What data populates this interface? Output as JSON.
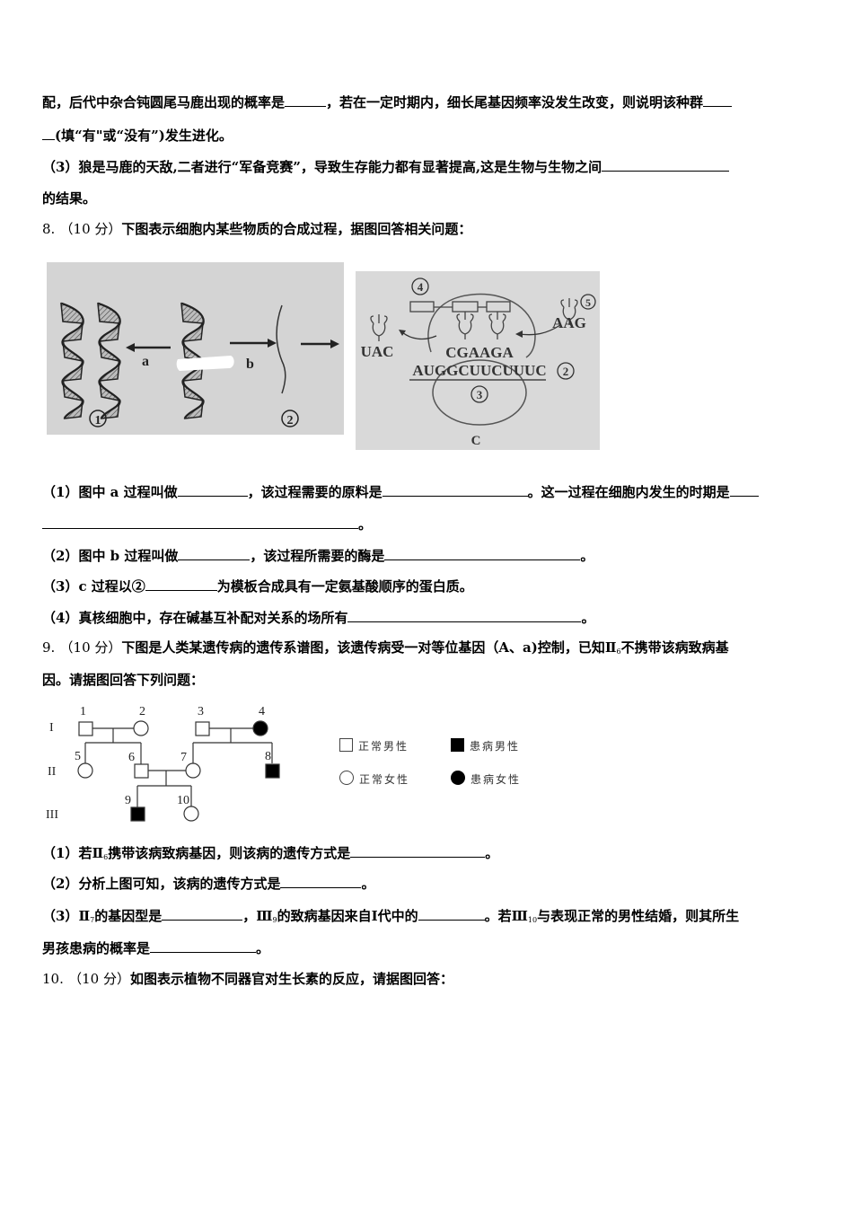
{
  "q7_cont": {
    "line1_a": "配，后代中杂合钝圆尾马鹿出现的概率是",
    "line1_b": "，若在一定时期内，细长尾基因频率没发生改变，则说明该种群",
    "line2_a": "(填“有\"或“没有”)发生进化。",
    "sub3_label": "（3）",
    "sub3_text": "狼是马鹿的天敌,二者进行“军备竞赛”，导致生存能力都有显著提高,这是生物与生物之间",
    "sub3_end": "的结果。"
  },
  "q8": {
    "number": "8.",
    "score": "（10 分）",
    "stem": "下图表示细胞内某些物质的合成过程，据图回答相关问题：",
    "figure_left": {
      "labels": {
        "a": "a",
        "b": "b",
        "circle1": "①",
        "circle2": "②"
      }
    },
    "figure_right": {
      "labels": {
        "circle4": "④",
        "circle5": "⑤",
        "circle2": "②",
        "circle3": "③",
        "uac": "UAC",
        "aag": "AAG",
        "anticodons": "CGAAGA",
        "mrna": "AUGGCUUCUUUC",
        "c": "C"
      }
    },
    "sub1_label": "（1）",
    "sub1_a": "图中 a 过程叫做",
    "sub1_b": "，该过程需要的原料是",
    "sub1_c": "。这一过程在细胞内发生的时期是",
    "sub1_end": "。",
    "sub2_label": "（2）",
    "sub2_a": "图中 b 过程叫做",
    "sub2_b": "，该过程所需要的酶是",
    "sub2_end": "。",
    "sub3_label": "（3）",
    "sub3_a": "c 过程以②",
    "sub3_b": "为模板合成具有一定氨基酸顺序的蛋白质。",
    "sub4_label": "（4）",
    "sub4_a": "真核细胞中，存在碱基互补配对关系的场所有",
    "sub4_end": "。"
  },
  "q9": {
    "number": "9.",
    "score": "（10 分）",
    "stem_a": "下图是人类某遗传病的遗传系谱图，该遗传病受一对等位基因（A、a)控制，已知Ⅱ",
    "stem_sub": "6",
    "stem_b": "不携带该病致病基",
    "stem_c": "因。请据图回答下列问题：",
    "pedigree": {
      "generations": [
        "I",
        "II",
        "III"
      ],
      "individuals": [
        "1",
        "2",
        "3",
        "4",
        "5",
        "6",
        "7",
        "8",
        "9",
        "10"
      ]
    },
    "legend": {
      "normal_male": "正常男性",
      "affected_male": "患病男性",
      "normal_female": "正常女性",
      "affected_female": "患病女性"
    },
    "sub1_label": "（1）",
    "sub1_a": "若Ⅱ",
    "sub1_sub": "6",
    "sub1_b": "携带该病致病基因，则该病的遗传方式是",
    "sub1_end": "。",
    "sub2_label": "（2）",
    "sub2_a": "分析上图可知，该病的遗传方式是",
    "sub2_end": "。",
    "sub3_label": "（3）",
    "sub3_a": "Ⅱ",
    "sub3_sub_a": "7",
    "sub3_b": "的基因型是",
    "sub3_c": "，Ⅲ",
    "sub3_sub_b": "9",
    "sub3_d": "的致病基因来自Ⅰ代中的",
    "sub3_e": "。若Ⅲ",
    "sub3_sub_c": "10",
    "sub3_f": "与表现正常的男性结婚，则其所生",
    "sub3_g": "男孩患病的概率是",
    "sub3_end": "。"
  },
  "q10": {
    "number": "10.",
    "score": "（10 分）",
    "stem": "如图表示植物不同器官对生长素的反应，请据图回答："
  }
}
